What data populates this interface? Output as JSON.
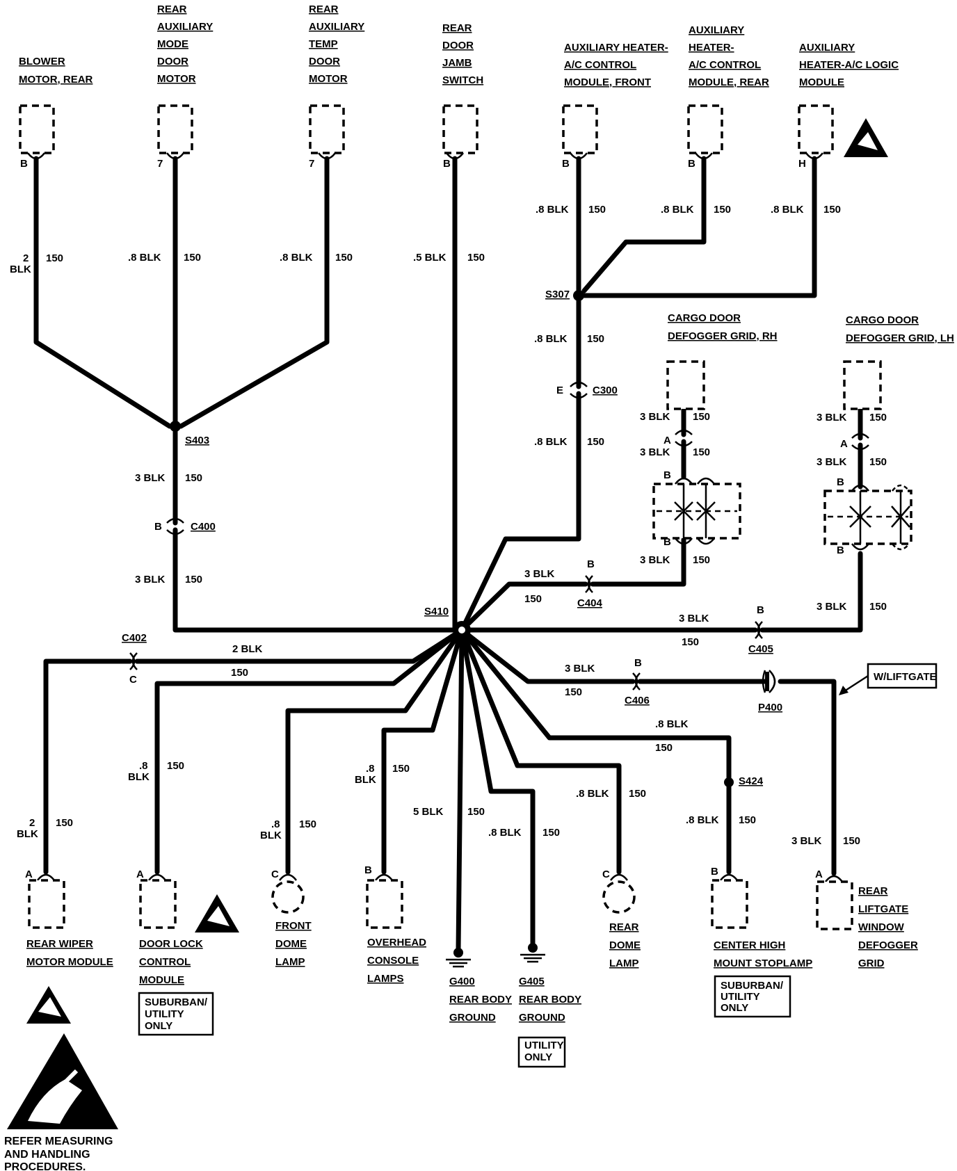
{
  "components": {
    "blower": [
      "BLOWER",
      "MOTOR, REAR"
    ],
    "mode_door": [
      "REAR",
      "AUXILIARY",
      "MODE",
      "DOOR",
      "MOTOR"
    ],
    "temp_door": [
      "REAR",
      "AUXILIARY",
      "TEMP",
      "DOOR",
      "MOTOR"
    ],
    "jamb_switch": [
      "REAR",
      "DOOR",
      "JAMB",
      "SWITCH"
    ],
    "aux_front": [
      "AUXILIARY HEATER-",
      "A/C CONTROL",
      "MODULE, FRONT"
    ],
    "aux_rear": [
      "AUXILIARY",
      "HEATER-",
      "A/C CONTROL",
      "MODULE, REAR"
    ],
    "aux_logic": [
      "AUXILIARY",
      "HEATER-A/C LOGIC",
      "MODULE"
    ],
    "cargo_rh": [
      "CARGO DOOR",
      "DEFOGGER GRID, RH"
    ],
    "cargo_lh": [
      "CARGO DOOR",
      "DEFOGGER GRID, LH"
    ],
    "rear_wiper": [
      "REAR WIPER",
      "MOTOR MODULE"
    ],
    "door_lock": [
      "DOOR LOCK",
      "CONTROL",
      "MODULE"
    ],
    "front_dome": [
      "FRONT",
      "DOME",
      "LAMP"
    ],
    "overhead": [
      "OVERHEAD",
      "CONSOLE",
      "LAMPS"
    ],
    "g400": [
      "G400",
      "REAR BODY",
      "GROUND"
    ],
    "g405": [
      "G405",
      "REAR BODY",
      "GROUND"
    ],
    "rear_dome": [
      "REAR",
      "DOME",
      "LAMP"
    ],
    "chmsl": [
      "CENTER HIGH",
      "MOUNT STOPLAMP"
    ],
    "liftgate_defog": [
      "REAR",
      "LIFTGATE",
      "WINDOW",
      "DEFOGGER",
      "GRID"
    ]
  },
  "pins": {
    "blower": "B",
    "mode_door": "7",
    "temp_door": "7",
    "jamb_switch": "B",
    "aux_front": "B",
    "aux_rear": "B",
    "aux_logic": "H",
    "rear_wiper": "A",
    "door_lock": "A",
    "front_dome": "C",
    "overhead": "B",
    "rear_dome": "C",
    "chmsl": "B",
    "liftgate_defog": "A",
    "c300": "E",
    "c400": "B",
    "c402": "C",
    "c404": "B",
    "c405": "B",
    "c406": "B",
    "rh_a": "A",
    "rh_b_top": "B",
    "rh_b_bot": "B",
    "lh_a": "A",
    "lh_b_top": "B",
    "lh_b_bot": "B"
  },
  "splices": {
    "s403": "S403",
    "s307": "S307",
    "s410": "S410",
    "s424": "S424"
  },
  "connectors": {
    "c300": "C300",
    "c400": "C400",
    "c402": "C402",
    "c404": "C404",
    "c405": "C405",
    "c406": "C406",
    "p400": "P400"
  },
  "wires": {
    "blower": [
      "2",
      "BLK",
      "150"
    ],
    "mode_door": [
      ".8 BLK",
      "150"
    ],
    "temp_door": [
      ".8 BLK",
      "150"
    ],
    "jamb_switch": [
      ".5 BLK",
      "150"
    ],
    "aux_front": [
      ".8 BLK",
      "150"
    ],
    "aux_rear": [
      ".8 BLK",
      "150"
    ],
    "aux_logic": [
      ".8 BLK",
      "150"
    ],
    "s307_c300": [
      ".8 BLK",
      "150"
    ],
    "c300_s410": [
      ".8 BLK",
      "150"
    ],
    "s403_c400": [
      "3 BLK",
      "150"
    ],
    "c400_s410": [
      "3 BLK",
      "150"
    ],
    "rh_top": [
      "3 BLK",
      "150"
    ],
    "rh_mid": [
      "3 BLK",
      "150"
    ],
    "rh_bot": [
      "3 BLK",
      "150"
    ],
    "lh_top": [
      "3 BLK",
      "150"
    ],
    "lh_mid": [
      "3 BLK",
      "150"
    ],
    "lh_bot": [
      "3 BLK",
      "150"
    ],
    "c404": [
      "3 BLK",
      "150"
    ],
    "c405": [
      "3 BLK",
      "150"
    ],
    "c402": [
      "2 BLK",
      "150"
    ],
    "c406": [
      "3 BLK",
      "150"
    ],
    "s424_in": [
      ".8 BLK",
      "150"
    ],
    "rear_wiper": [
      "2",
      "BLK",
      "150"
    ],
    "door_lock": [
      ".8",
      "BLK",
      "150"
    ],
    "front_dome": [
      ".8",
      "BLK",
      "150"
    ],
    "overhead": [
      ".8",
      "BLK",
      "150"
    ],
    "g400": [
      "5 BLK",
      "150"
    ],
    "g405": [
      ".8 BLK",
      "150"
    ],
    "rear_dome": [
      ".8 BLK",
      "150"
    ],
    "chmsl": [
      ".8 BLK",
      "150"
    ],
    "liftgate": [
      "3 BLK",
      "150"
    ]
  },
  "notes": {
    "w_liftgate": "W/LIFTGATE",
    "suburban_utility": [
      "SUBURBAN/",
      "UTILITY",
      "ONLY"
    ],
    "utility_only": [
      "UTILITY",
      "ONLY"
    ],
    "esd_refer": [
      "REFER MEASURING",
      "AND HANDLING",
      "PROCEDURES."
    ]
  },
  "icons": [
    "esd-warning-icon",
    "ground-symbol-icon"
  ],
  "colors": {
    "line": "#000000",
    "background": "#ffffff"
  }
}
